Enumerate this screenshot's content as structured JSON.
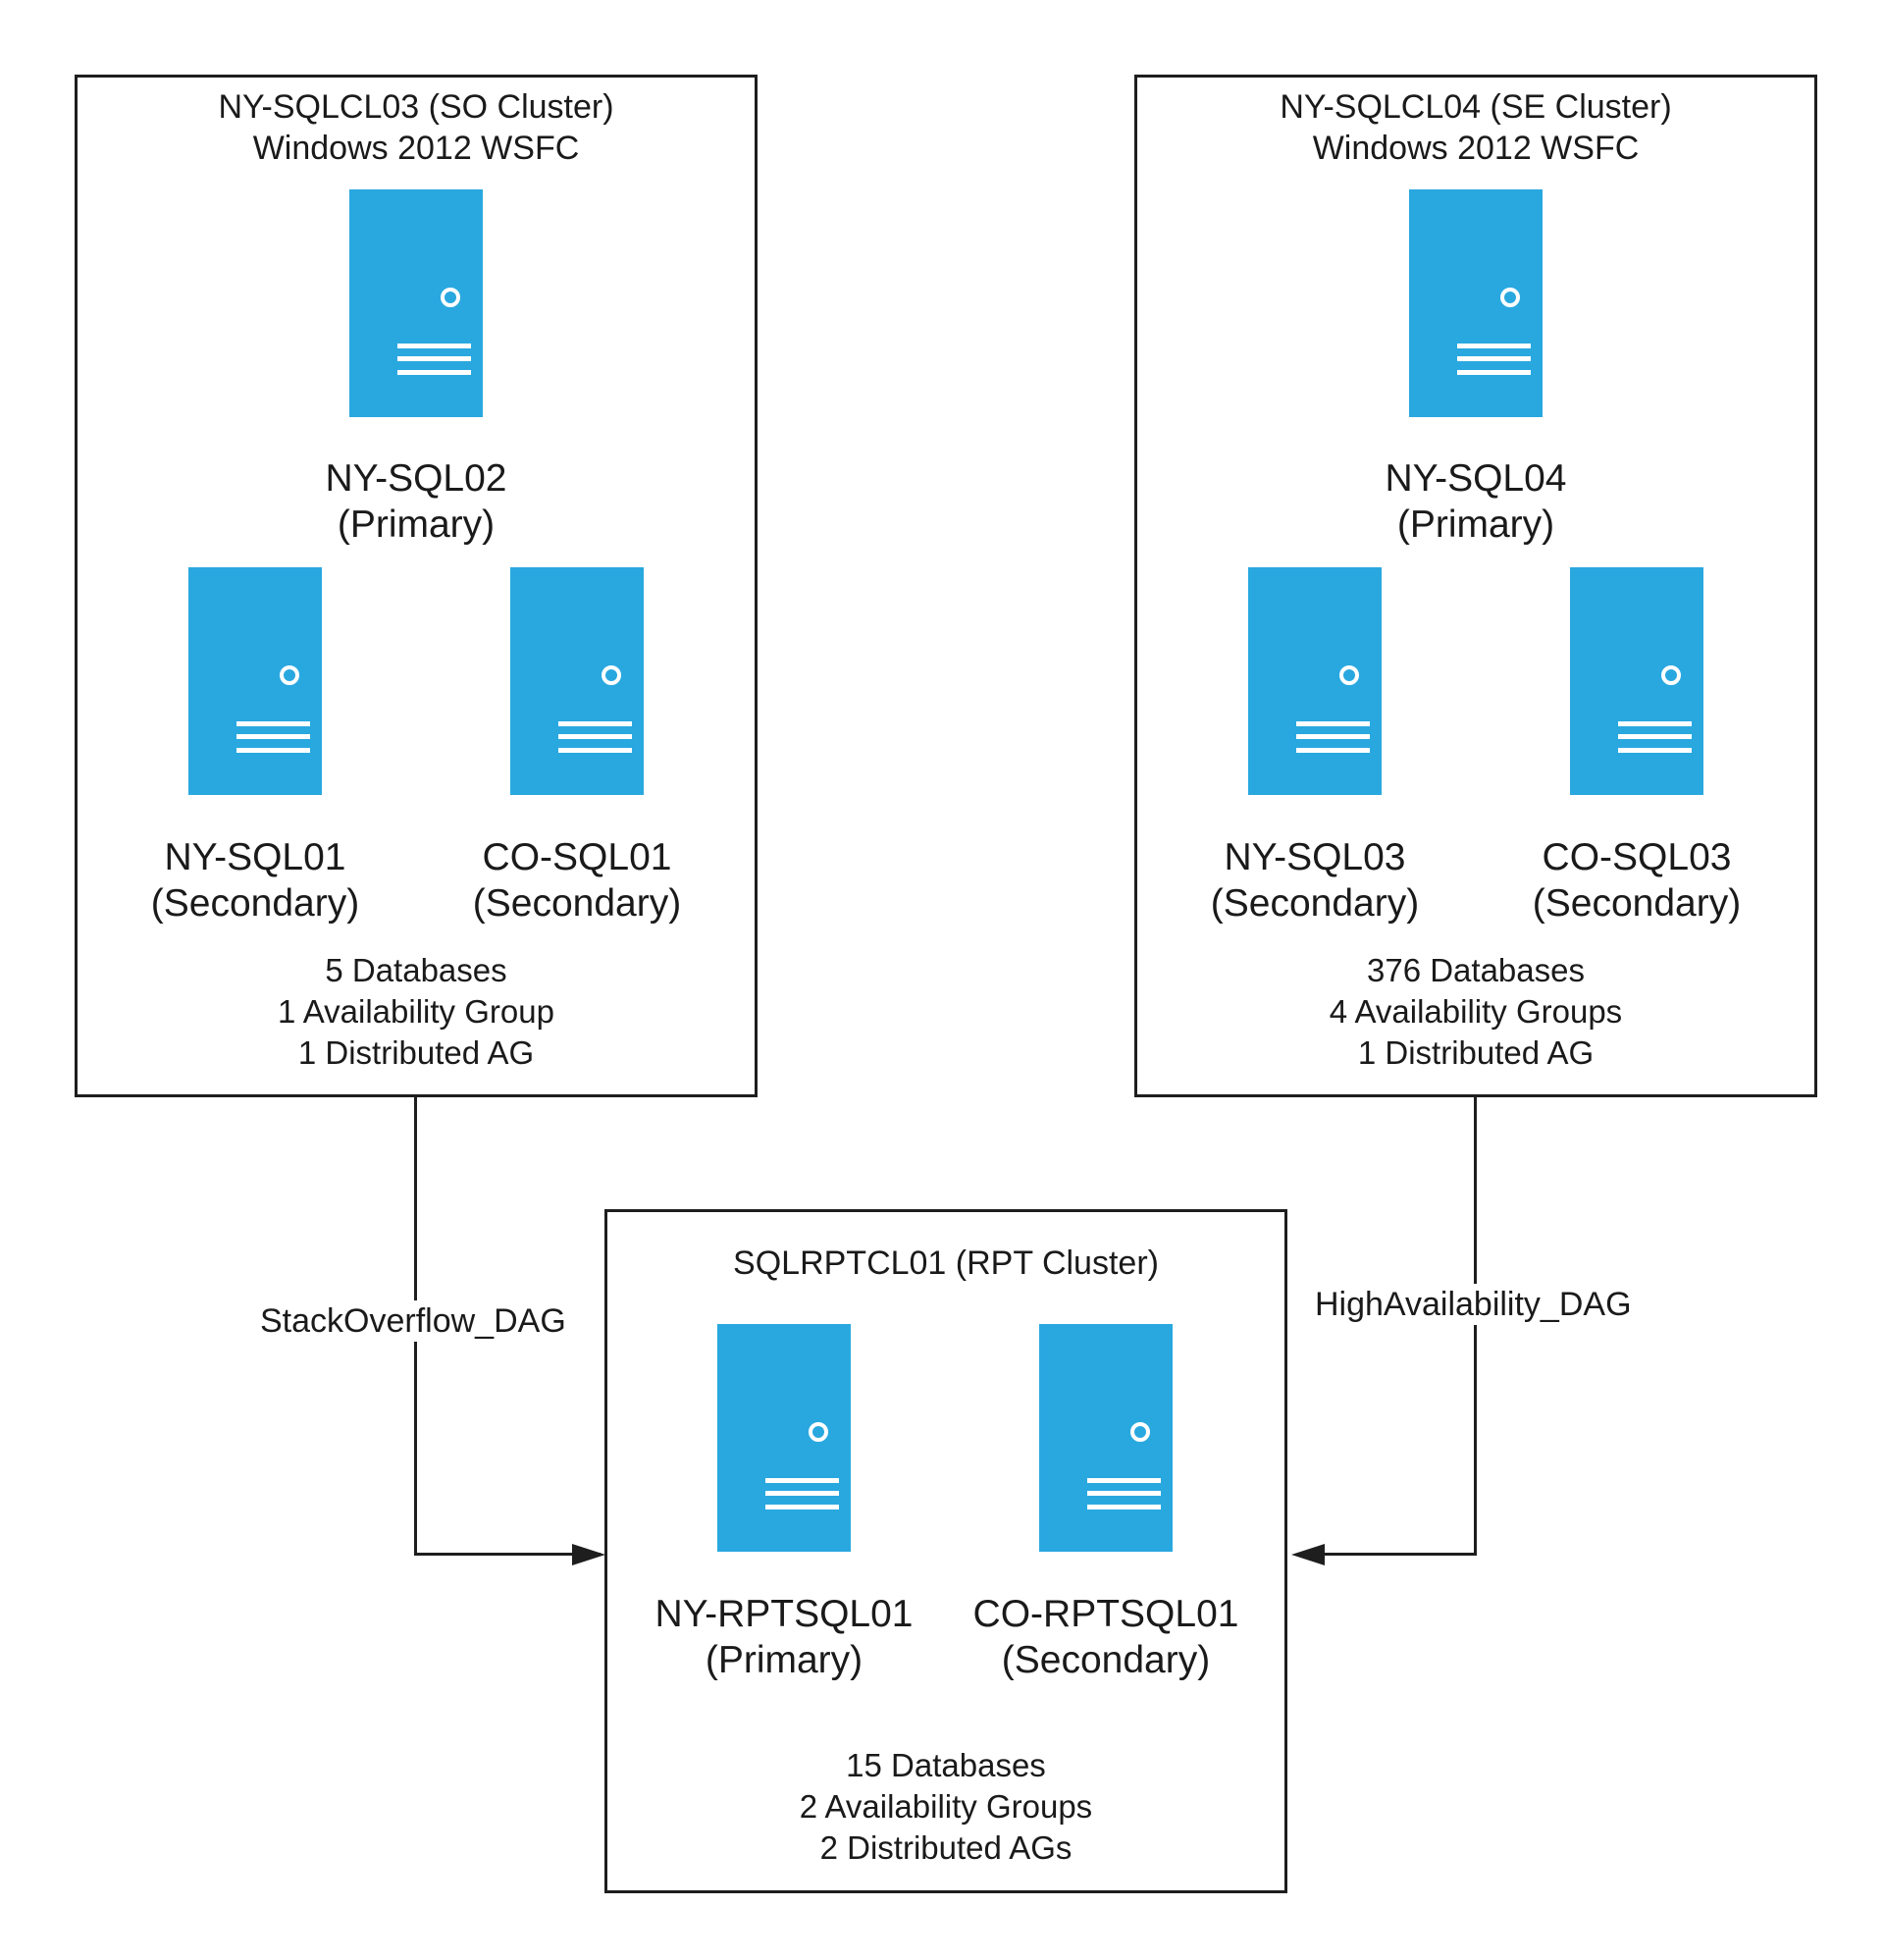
{
  "clusters": {
    "so": {
      "title": [
        "NY-SQLCL03 (SO Cluster)",
        "Windows 2012 WSFC"
      ],
      "primary": {
        "name": "NY-SQL02",
        "role": "(Primary)"
      },
      "secondary_a": {
        "name": "NY-SQL01",
        "role": "(Secondary)"
      },
      "secondary_b": {
        "name": "CO-SQL01",
        "role": "(Secondary)"
      },
      "stats": [
        "5 Databases",
        "1 Availability Group",
        "1 Distributed AG"
      ]
    },
    "se": {
      "title": [
        "NY-SQLCL04 (SE Cluster)",
        "Windows 2012 WSFC"
      ],
      "primary": {
        "name": "NY-SQL04",
        "role": "(Primary)"
      },
      "secondary_a": {
        "name": "NY-SQL03",
        "role": "(Secondary)"
      },
      "secondary_b": {
        "name": "CO-SQL03",
        "role": "(Secondary)"
      },
      "stats": [
        "376 Databases",
        "4 Availability Groups",
        "1 Distributed AG"
      ]
    },
    "rpt": {
      "title": [
        "SQLRPTCL01 (RPT Cluster)"
      ],
      "primary": {
        "name": "NY-RPTSQL01",
        "role": "(Primary)"
      },
      "secondary": {
        "name": "CO-RPTSQL01",
        "role": "(Secondary)"
      },
      "stats": [
        "15 Databases",
        "2 Availability Groups",
        "2 Distributed AGs"
      ]
    }
  },
  "links": {
    "left_label": "StackOverflow_DAG",
    "right_label": "HighAvailability_DAG"
  },
  "colors": {
    "server": "#29a8e0",
    "border": "#1e1e1e"
  },
  "icons": {
    "server": "server-tower-icon",
    "arrow": "arrowhead-icon"
  }
}
